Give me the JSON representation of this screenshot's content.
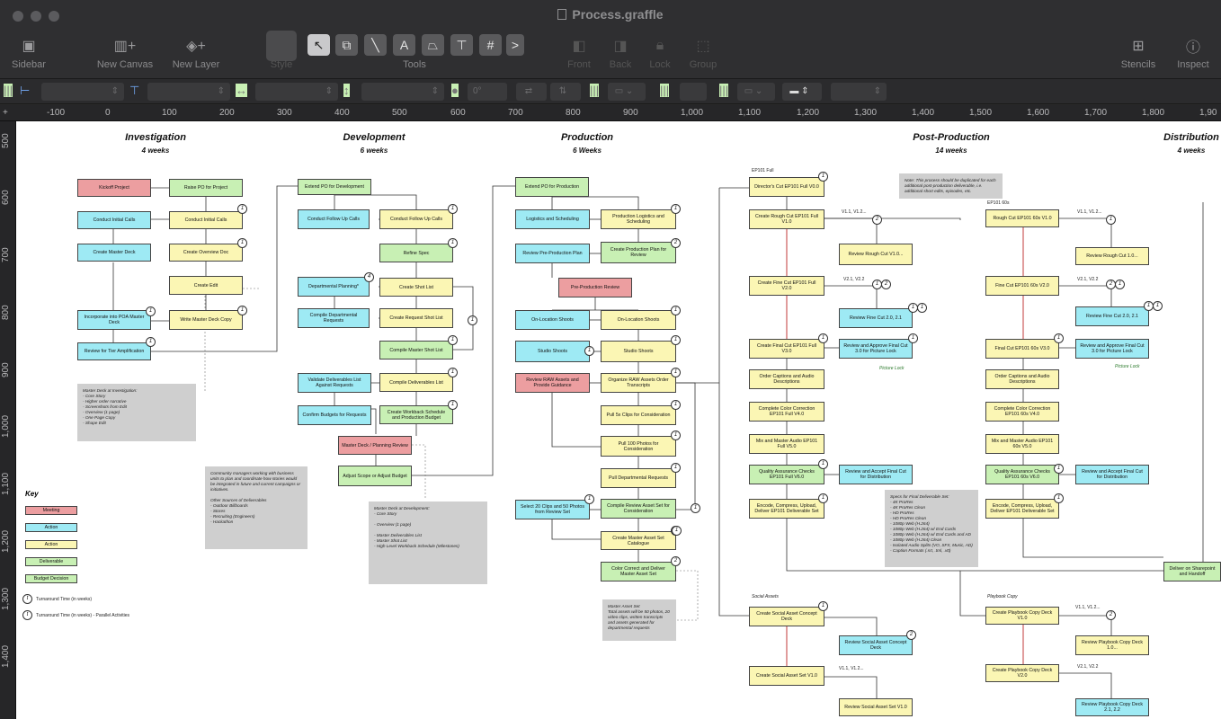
{
  "window": {
    "title": "Process.graffle"
  },
  "toolbar": {
    "sidebar": "Sidebar",
    "new_canvas": "New Canvas",
    "new_layer": "New Layer",
    "style": "Style",
    "tools": "Tools",
    "front": "Front",
    "back": "Back",
    "lock": "Lock",
    "group": "Group",
    "stencils": "Stencils",
    "inspect": "Inspect",
    "tool_glyphs": [
      "↖",
      "⧉",
      "╲",
      "A",
      "⏢",
      "⊤",
      "#",
      ">"
    ]
  },
  "inspector": {
    "rotation": "0°"
  },
  "ruler": {
    "x_ticks": [
      "-100",
      "0",
      "100",
      "200",
      "300",
      "400",
      "500",
      "600",
      "700",
      "800",
      "900",
      "1,000",
      "1,100",
      "1,200",
      "1,300",
      "1,400",
      "1,500",
      "1,600",
      "1,700",
      "1,800",
      "1,90"
    ],
    "y_ticks": [
      "500",
      "600",
      "700",
      "800",
      "900",
      "1,000",
      "1,100",
      "1,200",
      "1,300",
      "1,400"
    ]
  },
  "phases": [
    {
      "title": "Investigation",
      "sub": "4 weeks"
    },
    {
      "title": "Development",
      "sub": "6 weeks"
    },
    {
      "title": "Production",
      "sub": "6 Weeks"
    },
    {
      "title": "Post-Production",
      "sub": "14 weeks"
    },
    {
      "title": "Distribution",
      "sub": "4 weeks"
    }
  ],
  "nodes": [
    {
      "text": "Kickoff Project"
    },
    {
      "text": "Raise PO for Project"
    },
    {
      "text": "Conduct Initial Calls"
    },
    {
      "text": "Conduct Initial Calls"
    },
    {
      "text": "Create Master Deck"
    },
    {
      "text": "Create Overview Doc"
    },
    {
      "text": "Create Edit"
    },
    {
      "text": "Incorporate into POA Master Deck"
    },
    {
      "text": "Write Master Deck Copy"
    },
    {
      "text": "Review for Tier Amplification"
    },
    {
      "text": "Extend PO for Development"
    },
    {
      "text": "Conduct Follow Up Calls"
    },
    {
      "text": "Conduct Follow Up Calls"
    },
    {
      "text": "Refine Spec"
    },
    {
      "text": "Departmental Planning*"
    },
    {
      "text": "Create Shot List"
    },
    {
      "text": "Compile Departmental Requests"
    },
    {
      "text": "Create Request Shot List"
    },
    {
      "text": "Compile Master Shot List"
    },
    {
      "text": "Validate Deliverables List Against Requests"
    },
    {
      "text": "Compile Deliverables List"
    },
    {
      "text": "Confirm Budgets for Requests"
    },
    {
      "text": "Create Workback Schedule and Production Budget"
    },
    {
      "text": "Master Deck / Planning Review"
    },
    {
      "text": "Adjust Scope or Adjust Budget"
    },
    {
      "text": "Extend PO for Production"
    },
    {
      "text": "Logistics and Scheduling"
    },
    {
      "text": "Production Logistics and Scheduling"
    },
    {
      "text": "Review Pre-Production Plan"
    },
    {
      "text": "Create Production Plan for Review"
    },
    {
      "text": "Pre-Production Review"
    },
    {
      "text": "On-Location Shoots"
    },
    {
      "text": "On-Location Shoots"
    },
    {
      "text": "Studio Shoots"
    },
    {
      "text": "Studio Shoots"
    },
    {
      "text": "Review RAW Assets and Provide Guidance"
    },
    {
      "text": "Organize RAW Assets Order Transcripts"
    },
    {
      "text": "Pull 5x Clips for Consideration"
    },
    {
      "text": "Pull 100 Photos for Consideration"
    },
    {
      "text": "Pull Departmental Requests"
    },
    {
      "text": "Select 20 Clips and 50 Photos from Review Set"
    },
    {
      "text": "Compile Review Asset Set for Consideration"
    },
    {
      "text": "Create Master Asset Set Catalogue"
    },
    {
      "text": "Color Correct and Deliver Master Asset Set"
    },
    {
      "text": "Director's Cut EP101 Full V0.0"
    },
    {
      "text": "Create Rough Cut EP101 Full V1.0"
    },
    {
      "text": "Review Rough Cut V1.0..."
    },
    {
      "text": "Create Fine Cut EP101 Full V2.0"
    },
    {
      "text": "Review Fine Cut 2.0, 2.1"
    },
    {
      "text": "Create Final Cut EP101 Full V3.0"
    },
    {
      "text": "Review and Approve Final Cut 3.0 for Picture Lock"
    },
    {
      "text": "Order Captions and Audio Descriptions"
    },
    {
      "text": "Complete Color Correction EP101 Full V4.0"
    },
    {
      "text": "Mix and Master Audio EP101 Full V5.0"
    },
    {
      "text": "Quality Assurance Checks EP101 Full V6.0"
    },
    {
      "text": "Review and Accept Final Cut for Distribution"
    },
    {
      "text": "Encode, Compress, Upload, Deliver EP101 Deliverable Set"
    },
    {
      "text": "Rough Cut EP101 60s V1.0"
    },
    {
      "text": "Review Rough Cut 1.0..."
    },
    {
      "text": "Fine Cut EP101 60s V2.0"
    },
    {
      "text": "Review Fine Cut 2.0, 2.1"
    },
    {
      "text": "Final Cut EP101 60s V3.0"
    },
    {
      "text": "Review and Approve Final Cut 3.0 for Picture Lock"
    },
    {
      "text": "Order Captions and Audio Descriptions"
    },
    {
      "text": "Complete Color Correction EP101 60s V4.0"
    },
    {
      "text": "Mix and Master Audio EP101 60s V5.0"
    },
    {
      "text": "Quality Assurance Checks EP101 60s V6.0"
    },
    {
      "text": "Review and Accept Final Cut for Distribution"
    },
    {
      "text": "Encode, Compress, Upload, Deliver EP101 Deliverable Set"
    },
    {
      "text": "Create Social Asset Concept Deck"
    },
    {
      "text": "Review Social Asset Concept Deck"
    },
    {
      "text": "Create Social Asset Set V1.0"
    },
    {
      "text": "Review Social Asset Set V1.0"
    },
    {
      "text": "Create Playbook Copy Deck V1.0"
    },
    {
      "text": "Review Playbook Copy Deck 1.0..."
    },
    {
      "text": "Create Playbook Copy Deck V2.0"
    },
    {
      "text": "Review Playbook Copy Deck 2.1, 2.2"
    },
    {
      "text": "Deliver on Sharepoint and Handoff"
    }
  ],
  "notes": [
    {
      "text": "Master Deck at Investigation:\n- Core Story\n- Higher order narrative\n- Screenshots from Edit\n- Overview (1 page)\n- One Page Copy\n- Shape Edit"
    },
    {
      "text": "Community managers working with business units to plan and coordinate how stories would be integrated in future and current campaigns or initiatives.\n\nOther Sources of Deliverables\n- Outdoor Billboards\n- Stores\n- Recruiting (Engineers)\n- Hackathon"
    },
    {
      "text": "Master Deck at Development:\n- Core Story\n\n- Overview (1 page)\n\n- Master Deliverables List\n- Master Shot List\n- High Level Workback Schedule (Milestones)"
    },
    {
      "text": "Master Asset Set\nTotal assets will be 50 photos, 20 video clips, written transcripts and assets generated for departmental requests"
    },
    {
      "text": "Note: This process should be duplicated for each additional post-production deliverable, i.e. additional short edits, episodes, etc."
    },
    {
      "text": "Specs for Final Deliverable Set:\n- 4K ProRes\n- 4K ProRes Clean\n- HD ProRes\n- HD ProRes Clean\n- 1080p Web (H.264)\n- 1080p Web (H.264) w/ End Cards\n- 1080p Web (H.264) w/ End Cards and AD\n- 1080p Web (H.264) Clean\n- Isolated Audio Splits (VO, SFX, Music, AD)\n- Caption Formats (.srt, .tml, .vtt)"
    }
  ],
  "labels": {
    "ep101_full": "EP101 Full",
    "ep101_60s": "EP101 60s",
    "social_assets": "Social Assets",
    "playbook_copy": "Playbook Copy",
    "v1x_a": "V1.1, V1.2...",
    "v1x_b": "V1.1, V1.2...",
    "v1x_c": "V1.1, V1.2...",
    "v1x_d": "V1.1, V1.2...",
    "v2x_a": "V2.1, V2.2",
    "v2x_b": "V2.1, V2.2",
    "v2x_c": "V2.1, V2.2",
    "picture_lock_a": "Picture Lock",
    "picture_lock_b": "Picture Lock"
  },
  "key": {
    "title": "Key",
    "items": [
      "Meeting",
      "Action",
      "Action",
      "Deliverable",
      "Budget Decision"
    ],
    "turnaround": "Turnaround Time (in weeks)",
    "turnaround_parallel": "Turnaround Time (in weeks) - Parallel Activities"
  },
  "badges": [
    "1",
    "1",
    "1",
    "1",
    "1",
    "1",
    "1",
    "1",
    "4",
    "1",
    "1",
    "1",
    "1",
    "2",
    "1",
    "1",
    "1",
    "1",
    "1",
    "1",
    "1",
    "1",
    "2",
    "1",
    "2",
    "1",
    "2",
    "1",
    "1",
    "1",
    "1",
    "1",
    "1",
    "1",
    "1",
    "2",
    "1",
    "1",
    "1",
    "1",
    "1",
    "1",
    "1",
    "1",
    "2",
    "2",
    "1"
  ],
  "colors": {
    "green": "#c8f0b4",
    "yellow": "#fbf6b4",
    "cyan": "#9eeaf4",
    "red": "#ec9ea0",
    "note": "#cfcfcf"
  }
}
